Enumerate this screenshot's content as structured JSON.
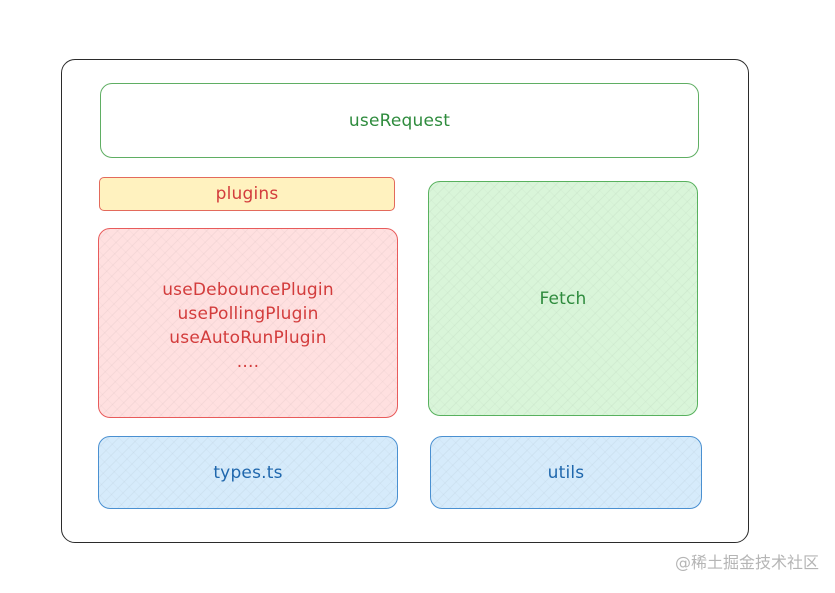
{
  "diagram": {
    "top": "useRequest",
    "plugins_header": "plugins",
    "plugins_list": [
      "useDebouncePlugin",
      "usePollingPlugin",
      "useAutoRunPlugin",
      "...."
    ],
    "fetch": "Fetch",
    "types": "types.ts",
    "utils": "utils"
  },
  "watermark": "@稀土掘金技术社区",
  "colors": {
    "green": "#2e8b3d",
    "red": "#d33c3c",
    "blue": "#1f67ad",
    "yellow_fill": "#fff2bf",
    "red_fill": "#ffe0e0",
    "green_fill": "#d9f5d9",
    "blue_fill": "#d6ebfb"
  }
}
